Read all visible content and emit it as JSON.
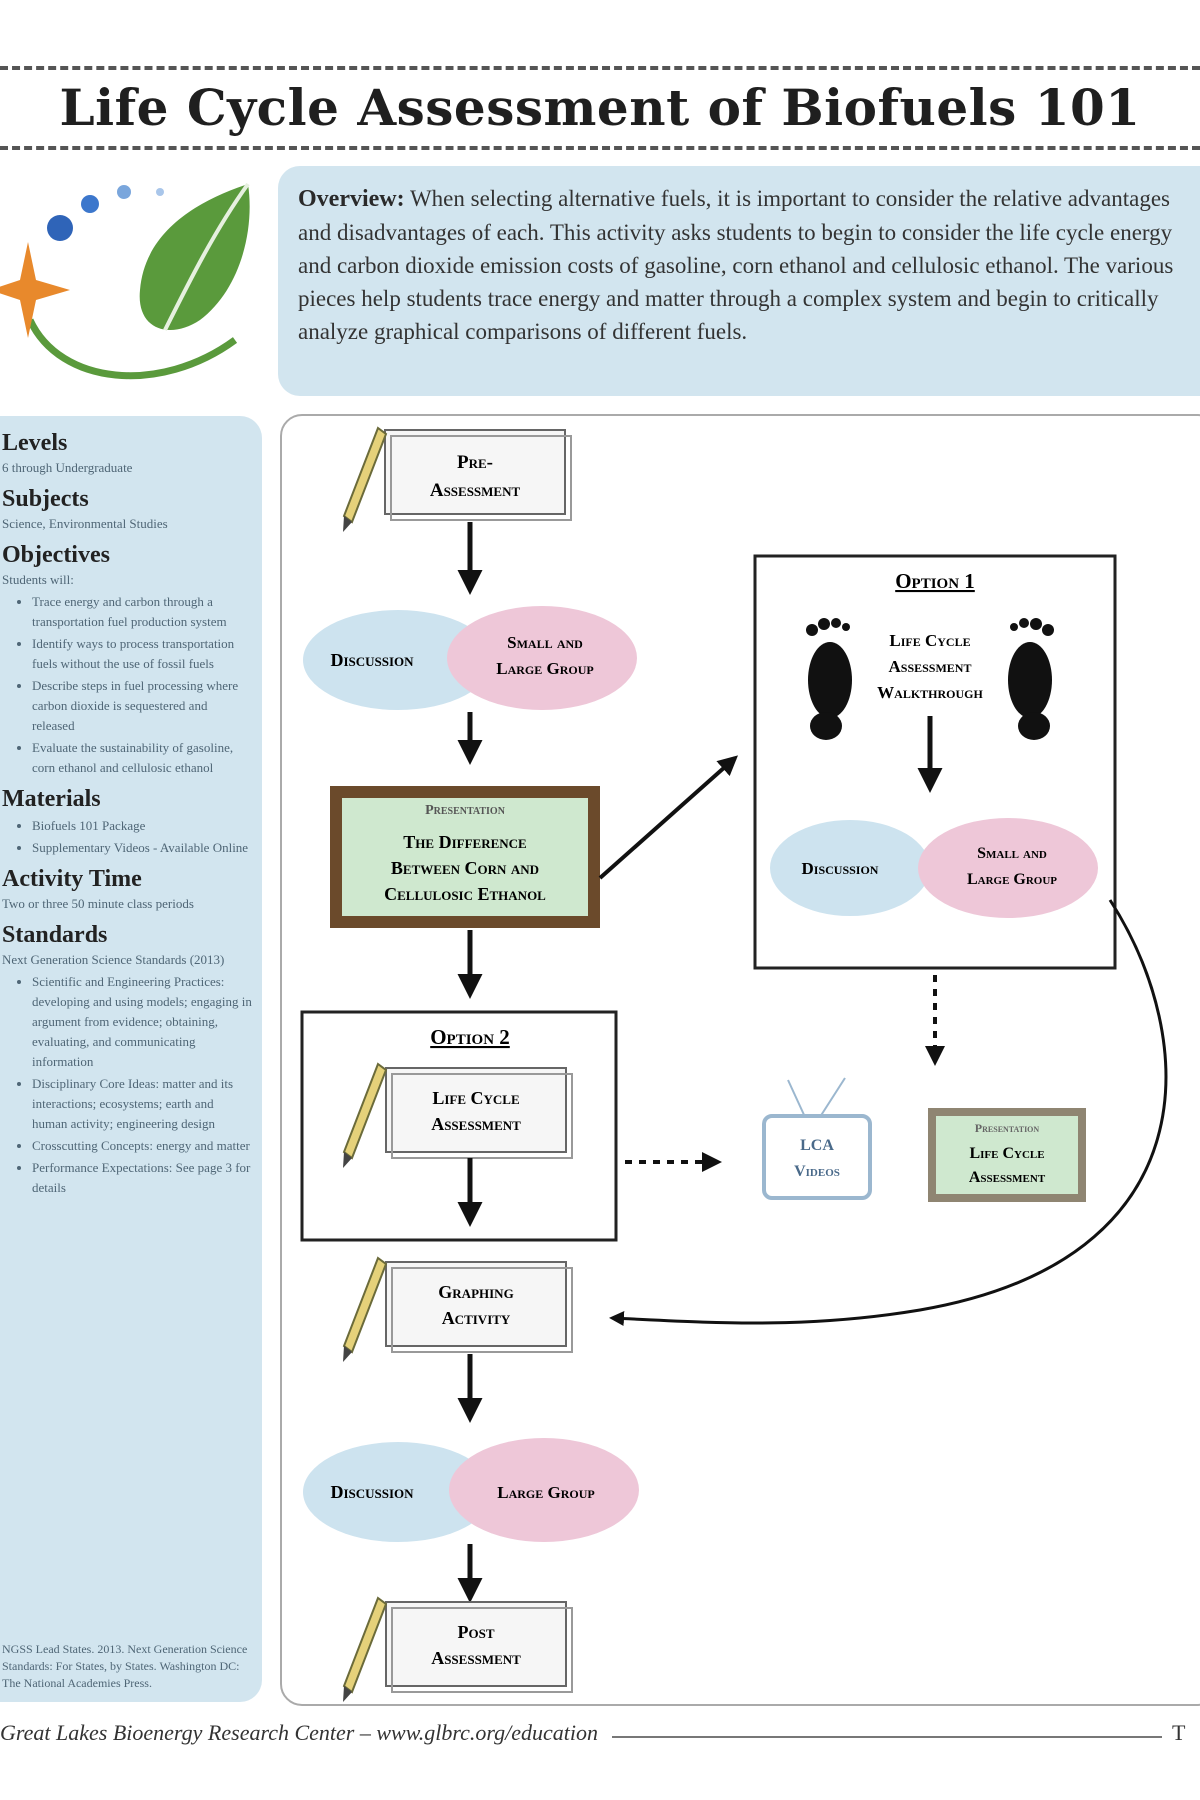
{
  "title": "Life Cycle Assessment of Biofuels 101",
  "overview": {
    "label": "Overview:",
    "text": "When selecting alternative fuels, it is important to consider the relative advantages and disadvantages of each. This activity asks students to begin to consider the life cycle energy and carbon dioxide emission costs of gasoline, corn ethanol and cellulosic ethanol. The various pieces help students trace energy and matter through a complex system and begin to critically analyze graphical comparisons of different fuels."
  },
  "sidebar": {
    "levels": {
      "heading": "Levels",
      "text": "6 through Undergraduate"
    },
    "subjects": {
      "heading": "Subjects",
      "text": "Science, Environmental Studies"
    },
    "objectives": {
      "heading": "Objectives",
      "intro": "Students will:",
      "items": [
        "Trace energy and carbon through a transportation fuel production system",
        "Identify ways to process transportation fuels without the use of fossil fuels",
        "Describe steps in fuel processing where carbon dioxide is sequestered and released",
        "Evaluate the sustainability of gasoline, corn ethanol and cellulosic ethanol"
      ]
    },
    "materials": {
      "heading": "Materials",
      "items": [
        "Biofuels 101 Package",
        "Supplementary Videos - Available Online"
      ]
    },
    "activity_time": {
      "heading": "Activity Time",
      "text": "Two or three 50 minute class periods"
    },
    "standards": {
      "heading": "Standards",
      "intro": "Next Generation Science Standards (2013)",
      "items": [
        "Scientific and Engineering Practices: developing and using models; engaging in argument from evidence; obtaining, evaluating, and communicating information",
        "Disciplinary Core Ideas: matter and its interactions; ecosystems; earth and human activity; engineering design",
        "Crosscutting Concepts: energy and matter",
        "Performance Expectations: See page 3 for details"
      ]
    },
    "note": "NGSS Lead States. 2013. Next Generation Science Standards: For States, by States. Washington DC: The National Academies Press."
  },
  "flow": {
    "pre_assessment": [
      "Pre-",
      "Assessment"
    ],
    "discussion_label": "Discussion",
    "small_large_group": [
      "Small and",
      "Large Group"
    ],
    "large_group": "Large Group",
    "presentation": {
      "caption": "Presentation",
      "lines": [
        "The Difference",
        "Between Corn and",
        "Cellulosic Ethanol"
      ]
    },
    "option1": {
      "title": "Option 1",
      "walkthrough": [
        "Life Cycle",
        "Assessment",
        "Walkthrough"
      ]
    },
    "option2": {
      "title": "Option 2",
      "activity": [
        "Life Cycle",
        "Assessment"
      ]
    },
    "lca_videos": [
      "LCA",
      "Videos"
    ],
    "presentation2": {
      "caption": "Presentation",
      "lines": [
        "Life Cycle",
        "Assessment"
      ]
    },
    "graphing": [
      "Graphing",
      "Activity"
    ],
    "post_assessment": [
      "Post",
      "Assessment"
    ]
  },
  "footer": {
    "text": "Great Lakes Bioenergy Research Center – www.glbrc.org/education",
    "end": "T"
  },
  "colors": {
    "blue_panel": "#d2e5ef",
    "bubble_blue": "#cde3ef",
    "bubble_pink": "#eec7d8",
    "board_frame": "#6b4a2b",
    "board_fill": "#cfe8cf",
    "leaf_green": "#5a9a3c",
    "star_orange": "#e8892c",
    "dot_blue": "#2f64b8"
  }
}
